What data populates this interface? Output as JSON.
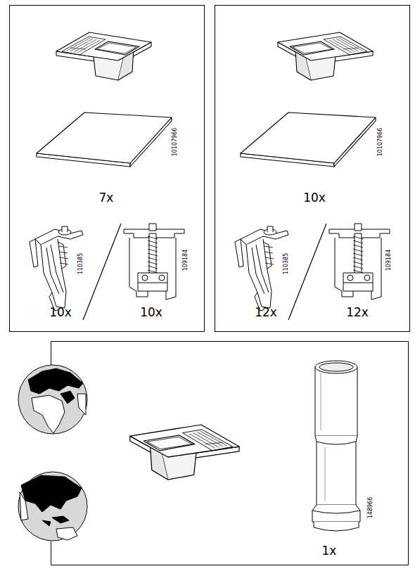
{
  "diagram": {
    "labels": [
      "10107966",
      "7x",
      "110385",
      "10x",
      "109184",
      "10x",
      "10107966",
      "10x",
      "110385",
      "12x",
      "109184",
      "12x",
      "148966",
      "1x"
    ]
  }
}
